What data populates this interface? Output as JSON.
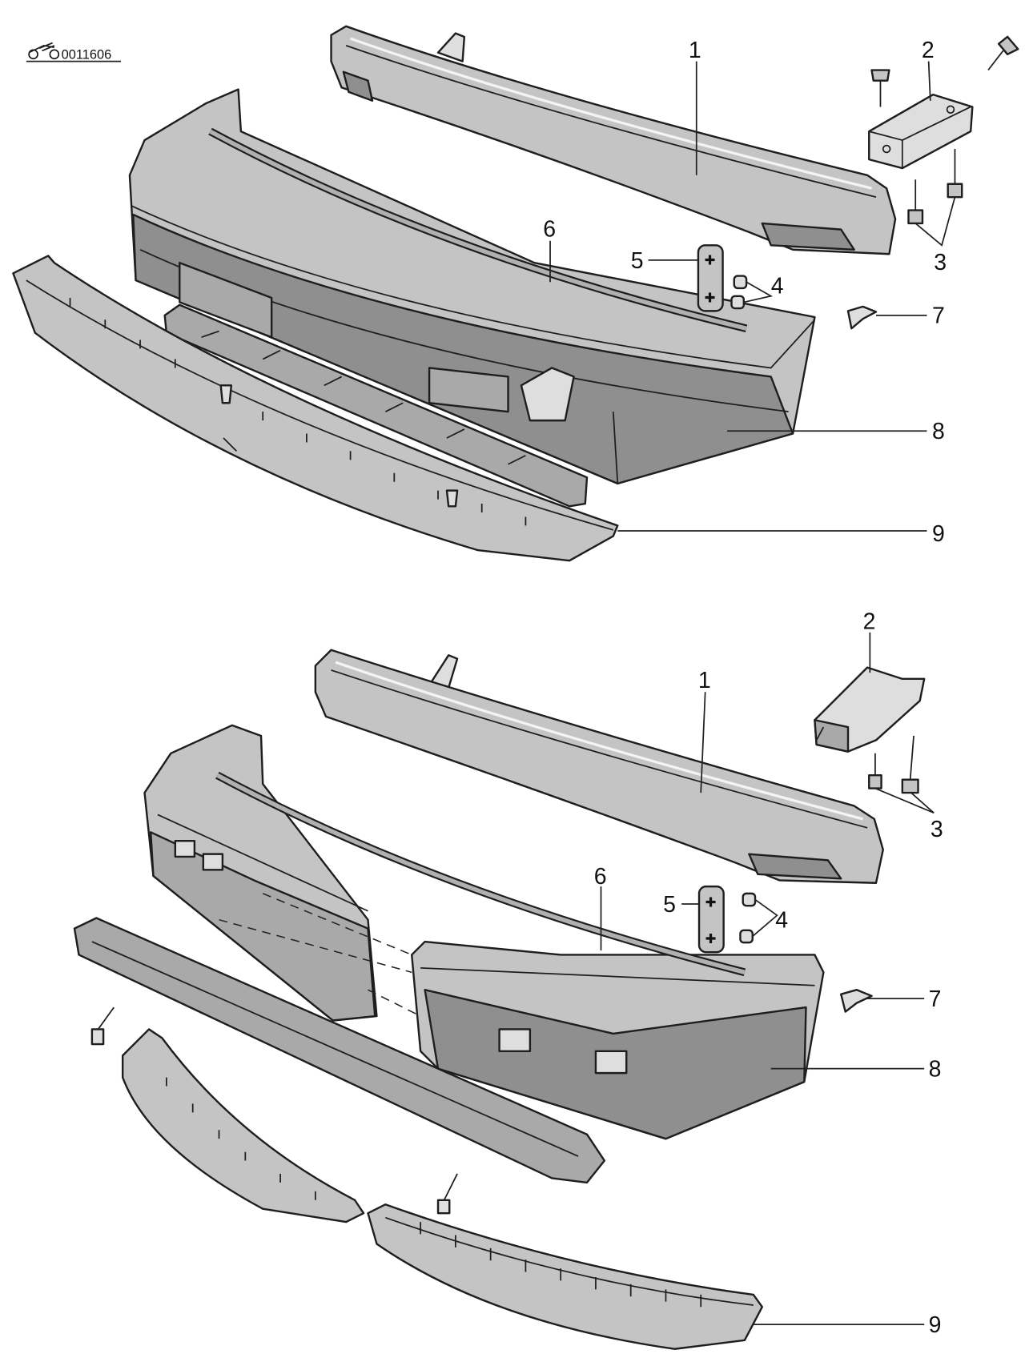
{
  "figure_code": "0011606",
  "top_assembly": {
    "labels": {
      "p1": "1",
      "p2": "2",
      "p3": "3",
      "p4": "4",
      "p5": "5",
      "p6": "6",
      "p7": "7",
      "p8": "8",
      "p9": "9"
    }
  },
  "bottom_assembly": {
    "labels": {
      "p1": "1",
      "p2": "2",
      "p3": "3",
      "p4": "4",
      "p5": "5",
      "p6": "6",
      "p7": "7",
      "p8": "8",
      "p9": "9"
    }
  },
  "colors": {
    "ink": "#1e1e1e",
    "part_fill": "#c4c4c4",
    "background": "#ffffff"
  }
}
